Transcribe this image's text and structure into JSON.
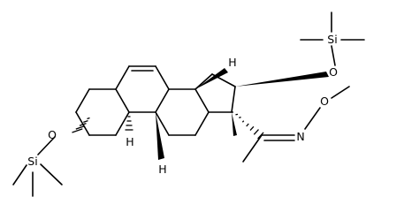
{
  "diagram": {
    "kind": "chemical-structure",
    "atom_labels": {
      "si_top": "Si",
      "o_top": "O",
      "si_left": "Si",
      "o_left": "O",
      "h_c9": "H",
      "h_c10": "H",
      "h_c14": "H",
      "n_oxime": "N",
      "o_oxime": "O"
    }
  }
}
